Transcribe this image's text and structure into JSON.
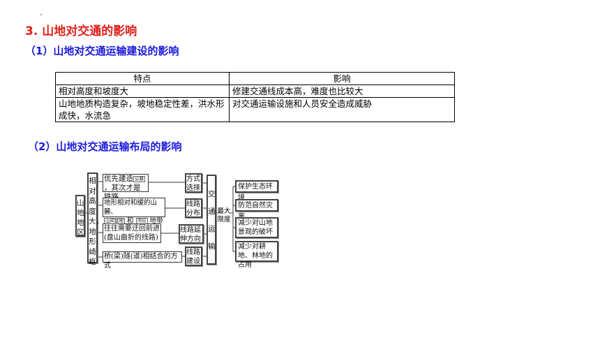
{
  "heading": "3. 山地对交通的影响",
  "sub1": "（1）山地对交通运输建设的影响",
  "sub2": "（2）山地对交通运输布局的影响",
  "table": {
    "headers": [
      "特点",
      "影响"
    ],
    "rows": [
      [
        "相对高度和坡度大",
        "修建交通线成本高，难度也比较大"
      ],
      [
        "山地地质构造复杂，坡地稳定性差，洪水形成快，水流急",
        "对交通运输设施和人员安全造成威胁"
      ]
    ]
  },
  "diagram": {
    "root": "山地地区",
    "feature": "相对高度大，地形崎岖",
    "b1a": "优先建造",
    "b1tag": "公路",
    "b1b": "，其次才是铁路",
    "b2a": "地形相对和缓的山麓、",
    "b2tag1": "山间盆地",
    "b2mid": "和",
    "b2tag2": "河谷",
    "b2b": "地带",
    "b3": "往往需要迂回前进(盘山曲折的线路)",
    "b4": "桥(梁)隧(道)相结合的方式",
    "r1": "方式选择",
    "r2": "线路分布",
    "r3": "线路延伸方向",
    "r4": "线路建设",
    "transport": "交通运输",
    "max": "最大限度",
    "o1": "保护生态环境",
    "o2": "防范自然灾害",
    "o3": "减少对山地景观的破坏",
    "o4": "减少对耕地、林地的占用"
  }
}
